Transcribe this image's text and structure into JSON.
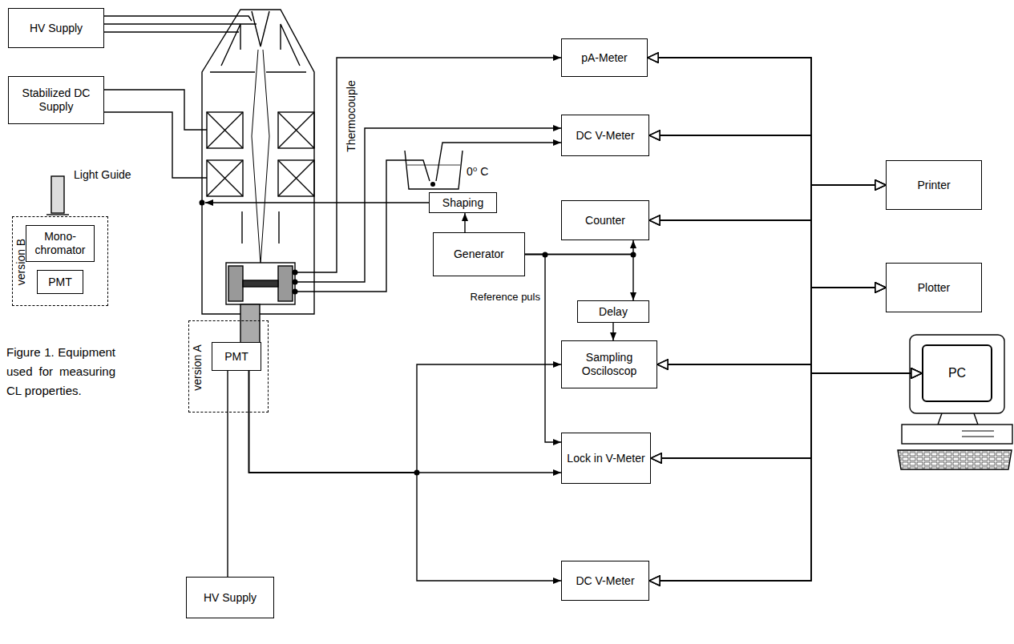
{
  "diagram": {
    "caption": "Figure 1. Equipment used for measuring CL properties.",
    "nodes": [
      {
        "text": [
          "HV Supply"
        ]
      },
      {
        "text": [
          "Stabilized DC Supply"
        ]
      },
      {
        "text": [
          "pA-Meter"
        ]
      },
      {
        "text": [
          "DC V-Meter"
        ]
      },
      {
        "text": [
          "Shaping"
        ]
      },
      {
        "text": [
          "Generator"
        ]
      },
      {
        "text": [
          "Counter"
        ]
      },
      {
        "text": [
          "Delay"
        ]
      },
      {
        "text": [
          "Sampling Osciloscop"
        ]
      },
      {
        "text": [
          "Lock in V-Meter"
        ]
      },
      {
        "text": [
          "DC V-Meter"
        ]
      },
      {
        "text": [
          "version A"
        ]
      },
      {
        "text": [
          "PMT"
        ],
        "in": 11
      },
      {
        "text": [
          "HV Supply"
        ]
      },
      {
        "text": [
          "version B"
        ]
      },
      {
        "text": [
          "Mono- chromator"
        ],
        "in": 14
      },
      {
        "text": [
          "PMT"
        ],
        "in": 14
      },
      {
        "text": [
          "Printer"
        ]
      },
      {
        "text": [
          "Plotter"
        ]
      },
      {
        "text": [
          "PC"
        ]
      }
    ],
    "edges": [
      {
        "from": 5,
        "to": 4,
        "arrow": "to"
      },
      {
        "from": 5,
        "to": 6,
        "arrow": "to"
      },
      {
        "from": 5,
        "to": 7,
        "arrow": "to"
      },
      {
        "from": 7,
        "to": 8,
        "arrow": "to"
      },
      {
        "from": 5,
        "to": 9,
        "label": "Reference puls",
        "arrow": "to"
      },
      {
        "from": 12,
        "to": 8,
        "arrow": "to"
      },
      {
        "from": 12,
        "to": 9,
        "arrow": "to"
      },
      {
        "from": 12,
        "to": 10,
        "arrow": "to"
      },
      {
        "from": 12,
        "to": 13,
        "arrow": "none"
      },
      {
        "from": 2,
        "to": 17,
        "arrow": "both"
      },
      {
        "from": 2,
        "to": 18,
        "arrow": "both"
      },
      {
        "from": 2,
        "to": 19,
        "arrow": "both"
      },
      {
        "from": 3,
        "to": 17,
        "arrow": "both"
      },
      {
        "from": 3,
        "to": 18,
        "arrow": "both"
      },
      {
        "from": 3,
        "to": 19,
        "arrow": "both"
      },
      {
        "from": 6,
        "to": 17,
        "arrow": "both"
      },
      {
        "from": 6,
        "to": 18,
        "arrow": "both"
      },
      {
        "from": 6,
        "to": 19,
        "arrow": "both"
      },
      {
        "from": 8,
        "to": 17,
        "arrow": "both"
      },
      {
        "from": 8,
        "to": 18,
        "arrow": "both"
      },
      {
        "from": 8,
        "to": 19,
        "arrow": "both"
      },
      {
        "from": 9,
        "to": 17,
        "arrow": "both"
      },
      {
        "from": 9,
        "to": 18,
        "arrow": "both"
      },
      {
        "from": 9,
        "to": 19,
        "arrow": "both"
      },
      {
        "from": 10,
        "to": 17,
        "arrow": "both"
      },
      {
        "from": 10,
        "to": 18,
        "arrow": "both"
      },
      {
        "from": 10,
        "to": 19,
        "arrow": "both"
      }
    ],
    "labels": [
      "Thermocouple",
      "0⁰ C",
      "Light Guide"
    ]
  }
}
